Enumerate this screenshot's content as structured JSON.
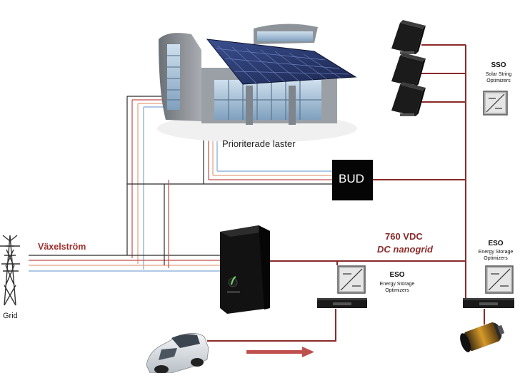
{
  "labels": {
    "building": "Prioriterade laster",
    "bud": "BUD",
    "ac": "Växelström",
    "dc_voltage": "760 VDC",
    "dc_grid": "DC nanogrid",
    "grid": "Grid",
    "sso_title": "SSO",
    "sso_sub1": "Solar String",
    "sso_sub2": "Optimizers",
    "eso_title": "ESO",
    "eso_sub1": "Energy Storage",
    "eso_sub2": "Optimizers"
  },
  "colors": {
    "dc_line": "#8b2a2a",
    "ac_text": "#a0302f",
    "ac_wires": [
      "#2b2b2b",
      "#c0504d",
      "#7fa7d6",
      "#e4a07f"
    ]
  },
  "icons": [
    "building-icon",
    "solar-panel-icon",
    "inverter-icon",
    "optimizer-icon",
    "pylon-icon",
    "car-icon",
    "battery-icon",
    "rack-unit-icon"
  ]
}
